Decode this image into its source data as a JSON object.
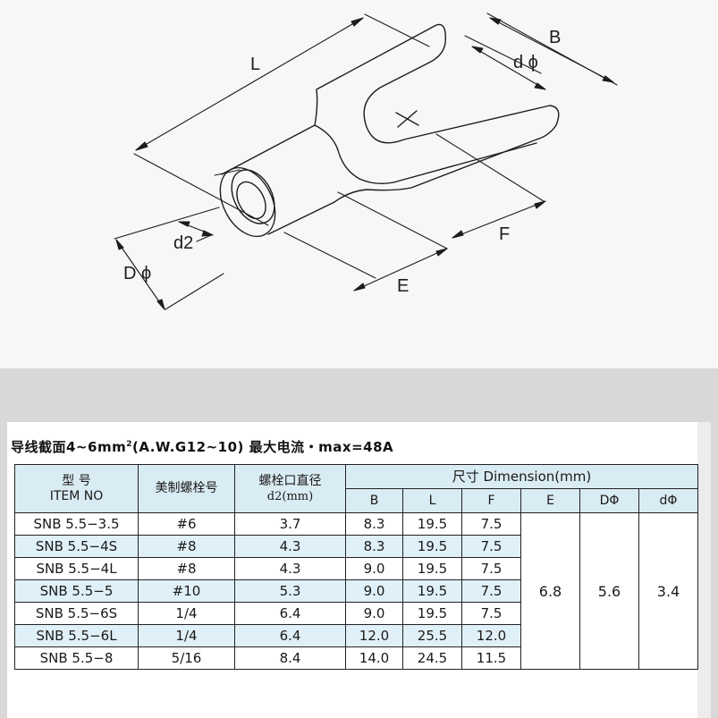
{
  "drawing": {
    "labels": {
      "L": "L",
      "B": "B",
      "d_phi": "d ϕ",
      "F": "F",
      "E": "E",
      "d2": "d2",
      "D_phi": "D ϕ"
    }
  },
  "spec": {
    "title_prefix": "导线截面4~6mm",
    "title_sup": "2",
    "title_suffix": "(A.W.G12~10)  最大电流・max=48A",
    "headers": {
      "item_cn": "型    号",
      "item_en": "ITEM NO",
      "bolt": "美制螺栓号",
      "d2_cn": "螺栓口直径",
      "d2_unit": "d2(mm)",
      "dimension": "尺寸 Dimension(mm)",
      "B": "B",
      "L": "L",
      "F": "F",
      "E": "E",
      "D_phi": "DΦ",
      "d_phi": "dΦ"
    },
    "rows": [
      {
        "item": "SNB 5.5−3.5",
        "bolt": "#6",
        "d2": "3.7",
        "B": "8.3",
        "L": "19.5",
        "F": "7.5"
      },
      {
        "item": "SNB 5.5−4S",
        "bolt": "#8",
        "d2": "4.3",
        "B": "8.3",
        "L": "19.5",
        "F": "7.5"
      },
      {
        "item": "SNB 5.5−4L",
        "bolt": "#8",
        "d2": "4.3",
        "B": "9.0",
        "L": "19.5",
        "F": "7.5"
      },
      {
        "item": "SNB 5.5−5",
        "bolt": "#10",
        "d2": "5.3",
        "B": "9.0",
        "L": "19.5",
        "F": "7.5"
      },
      {
        "item": "SNB 5.5−6S",
        "bolt": "1/4",
        "d2": "6.4",
        "B": "9.0",
        "L": "19.5",
        "F": "7.5"
      },
      {
        "item": "SNB 5.5−6L",
        "bolt": "1/4",
        "d2": "6.4",
        "B": "12.0",
        "L": "25.5",
        "F": "12.0"
      },
      {
        "item": "SNB 5.5−8",
        "bolt": "5/16",
        "d2": "8.4",
        "B": "14.0",
        "L": "24.5",
        "F": "11.5"
      }
    ],
    "shared": {
      "E": "6.8",
      "D_phi": "5.6",
      "d_phi": "3.4"
    },
    "colors": {
      "header_bg": "#d9ebf3",
      "alt_row_bg": "#dff0f8"
    }
  }
}
